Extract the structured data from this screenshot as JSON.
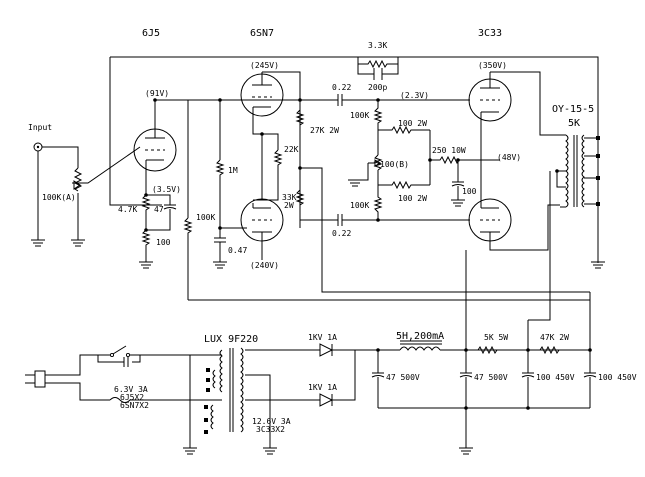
{
  "tubes": {
    "v1": "6J5",
    "v2": "6SN7",
    "v3": "3C33"
  },
  "input": "Input",
  "transformer_out": {
    "model": "OY-15-5",
    "impedance": "5K"
  },
  "power_transformer": "LUX 9F220",
  "choke": "5H,200mA",
  "volts": {
    "v1_plate": "(91V)",
    "v1_cathode": "(3.5V)",
    "v2_upper_plate": "(245V)",
    "v2_lower_plate": "(240V)",
    "v3_upper_plate": "(350V)",
    "v3_grid": "(2.3V)",
    "v3_cathode": "(48V)"
  },
  "parts": {
    "pot_in": "100K(A)",
    "r_47k": "4.7K",
    "c_47": "47",
    "r_100_cath": "100",
    "r_1m": "1M",
    "c_047": "0.47",
    "r_100k_tail": "100K",
    "r_22k": "22K",
    "r_27k": "27K 2W",
    "r_33k_a": "33K",
    "r_33k_b": "2W",
    "c_022_top": "0.22",
    "c_022_bot": "0.22",
    "r_100k_g1": "100K",
    "r_100k_g2": "100K",
    "r_100_2w_a": "100 2W",
    "r_100_2w_b": "100 2W",
    "pot_bal": "100(B)",
    "r_250": "250 10W",
    "c_100": "100",
    "r_33k_fb": "3.3K",
    "c_200p": "200p",
    "r_5k": "5K 5W",
    "r_47k2w": "47K 2W",
    "c_psu1": "47 500V",
    "c_psu2": "47 500V",
    "c_psu3": "100 450V",
    "c_psu4": "100 450V",
    "diode1": "1KV 1A",
    "diode2": "1KV 1A",
    "heater1_a": "6.3V 3A",
    "heater1_b": "6J5X2",
    "heater1_c": "6SN7X2",
    "heater2_a": "12.6V 3A",
    "heater2_b": "3C33X2"
  }
}
